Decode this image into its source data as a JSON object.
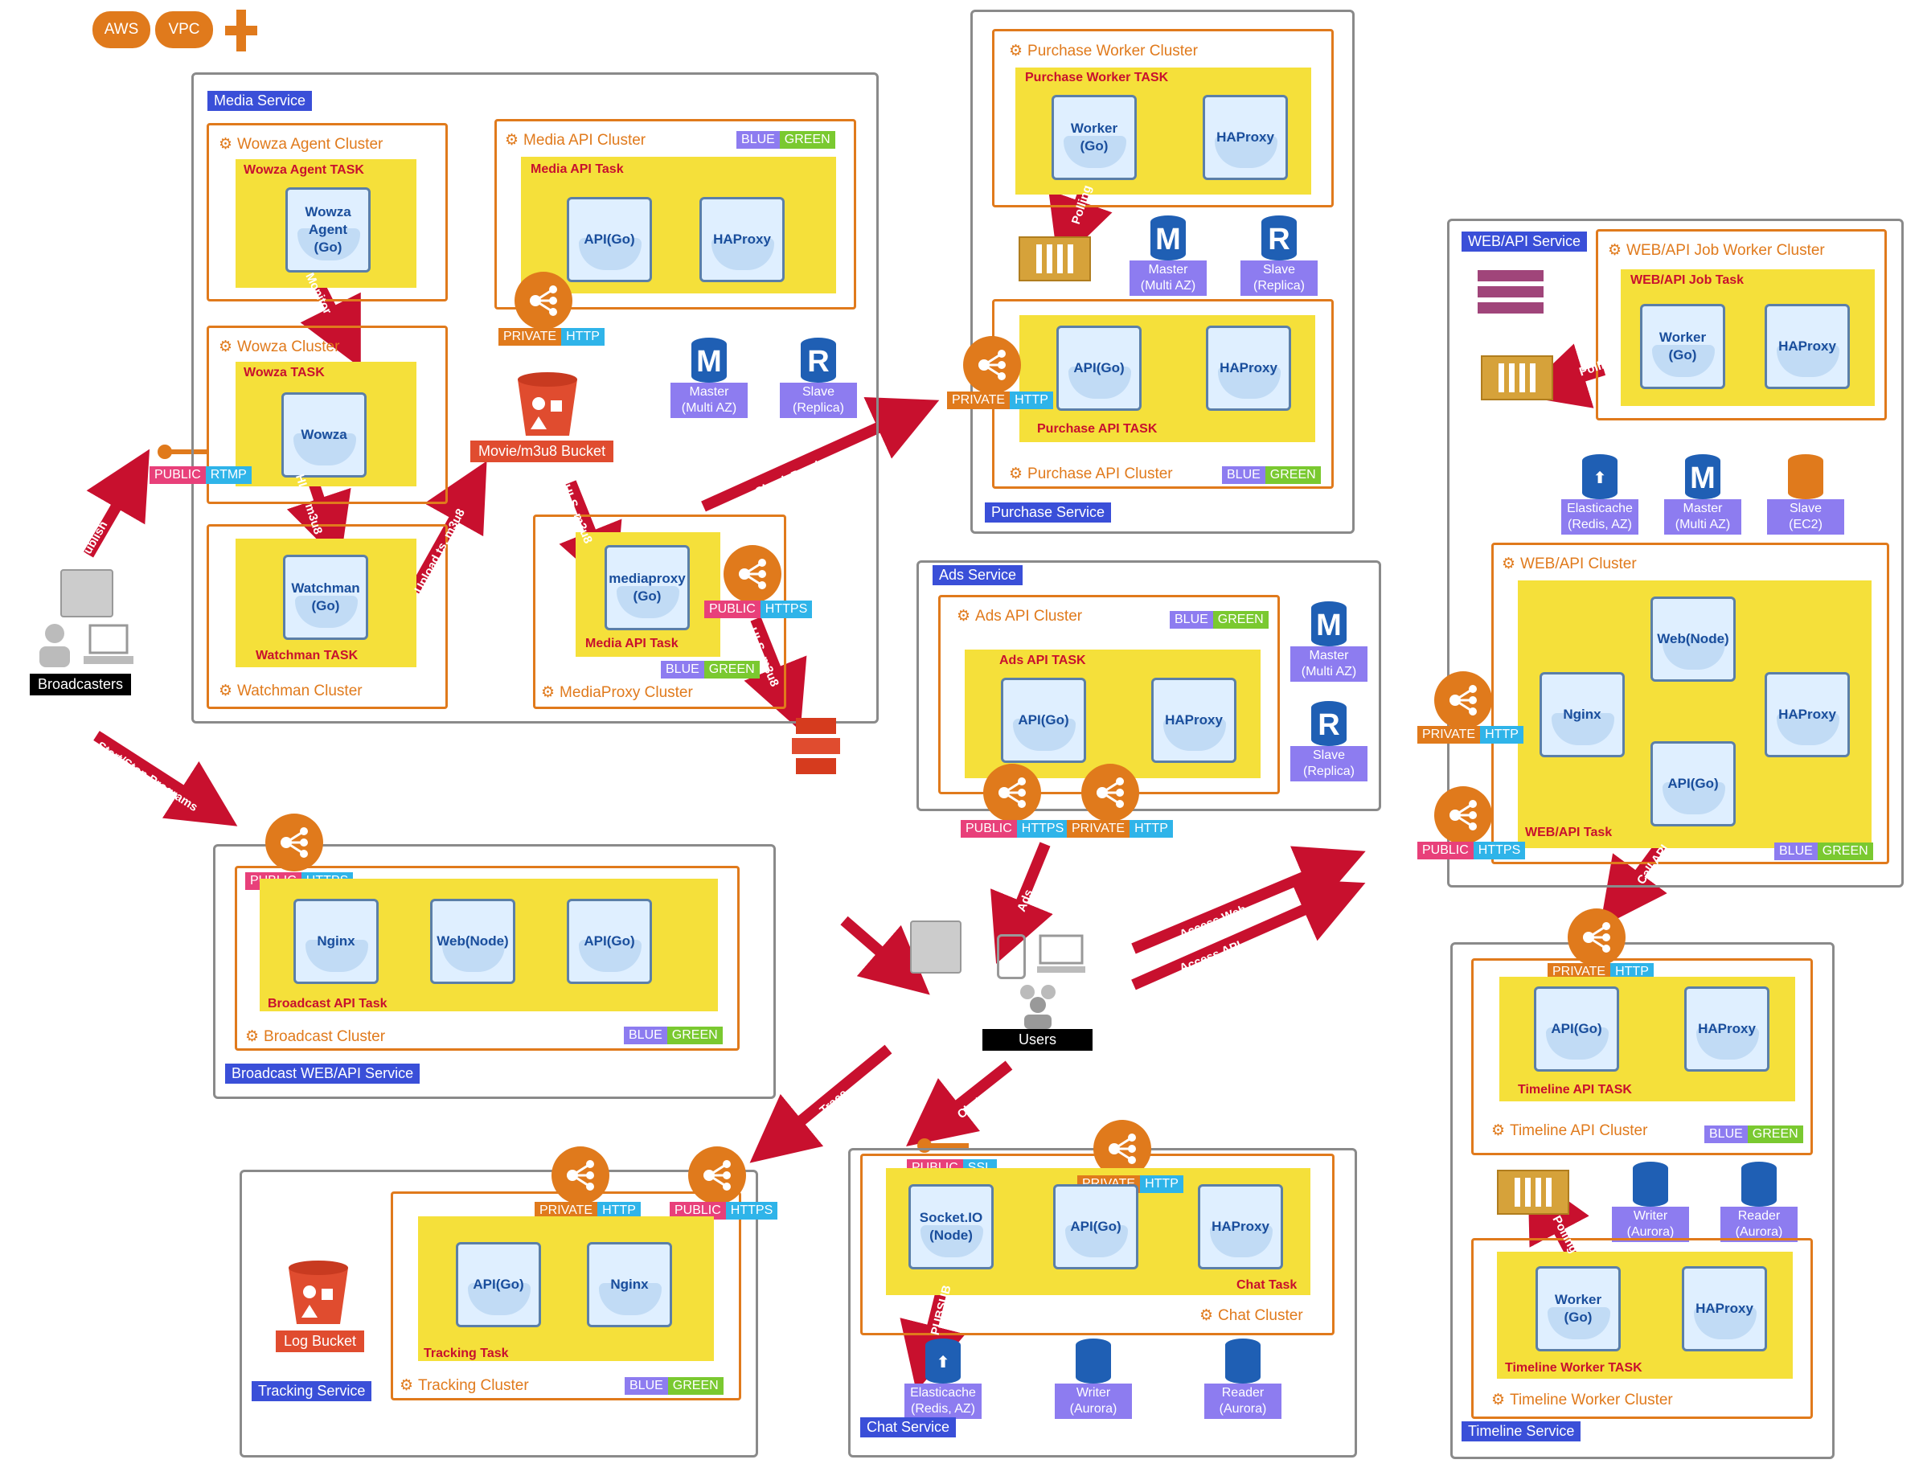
{
  "header_badges": [
    "AWS",
    "VPC"
  ],
  "services": {
    "media": "Media Service",
    "purchase": "Purchase Service",
    "ads": "Ads Service",
    "webapi": "WEB/API Service",
    "broadcast": "Broadcast WEB/API Service",
    "tracking": "Tracking Service",
    "chat": "Chat Service",
    "timeline": "Timeline Service"
  },
  "clusters": {
    "wowza_agent": "Wowza Agent Cluster",
    "wowza": "Wowza Cluster",
    "watchman": "Watchman Cluster",
    "media_api": "Media API Cluster",
    "mediaproxy": "MediaProxy Cluster",
    "purchase_worker": "Purchase Worker Cluster",
    "purchase_api": "Purchase API Cluster",
    "ads_api": "Ads API Cluster",
    "webapi_job": "WEB/API Job Worker Cluster",
    "webapi": "WEB/API Cluster",
    "broadcast": "Broadcast Cluster",
    "tracking": "Tracking Cluster",
    "chat": "Chat Cluster",
    "timeline_api": "Timeline API Cluster",
    "timeline_worker": "Timeline Worker Cluster"
  },
  "tasks": {
    "wowza_agent": "Wowza Agent TASK",
    "wowza": "Wowza TASK",
    "watchman": "Watchman TASK",
    "media_api": "Media API Task",
    "mediaproxy": "Media API Task",
    "purchase_worker": "Purchase Worker TASK",
    "purchase_api": "Purchase API TASK",
    "ads_api": "Ads API TASK",
    "webapi_job": "WEB/API Job Task",
    "webapi": "WEB/API Task",
    "broadcast": "Broadcast API Task",
    "tracking": "Tracking Task",
    "chat": "Chat Task",
    "timeline_api": "Timeline API TASK",
    "timeline_worker": "Timeline Worker TASK"
  },
  "containers": {
    "wowza_agent": "Wowza\nAgent\n(Go)",
    "wowza": "Wowza",
    "watchman": "Watchman\n(Go)",
    "api_go": "API(Go)",
    "haproxy": "HAProxy",
    "mediaproxy": "mediaproxy\n(Go)",
    "worker_go": "Worker\n(Go)",
    "nginx": "Nginx",
    "web_node": "Web(Node)",
    "socketio": "Socket.IO\n(Node)"
  },
  "badges": {
    "blue": "BLUE",
    "green": "GREEN",
    "private": "PRIVATE",
    "public": "PUBLIC",
    "http": "HTTP",
    "https": "HTTPS",
    "rtmp": "RTMP",
    "ssl": "SSL"
  },
  "databases": {
    "master_multi_az": "Master\n(Multi AZ)",
    "slave_replica": "Slave\n(Replica)",
    "elasticache_redis": "Elasticache\n(Redis, AZ)",
    "slave_ec2": "Slave\n(EC2)",
    "writer_aurora": "Writer\n(Aurora)",
    "reader_aurora": "Reader\n(Aurora)"
  },
  "buckets": {
    "movie": "Movie/m3u8 Bucket",
    "log": "Log Bucket"
  },
  "actors": {
    "broadcasters": "Broadcasters",
    "users": "Users"
  },
  "arrows": {
    "monitor": "Monitor",
    "hls_m3u8": "HLS, m3u8",
    "upload": "Upload ts, m3u8",
    "publish": "Publish",
    "check_purchase": "Check Purchase",
    "polling": "Polling",
    "start_stop": "Start/Stop Programs",
    "ads": "Ads",
    "access_web": "Access Web",
    "access_api": "Access API",
    "call_api": "Call API",
    "trace": "Trace",
    "chat": "Chat",
    "pubsub": "PUBSUB"
  }
}
